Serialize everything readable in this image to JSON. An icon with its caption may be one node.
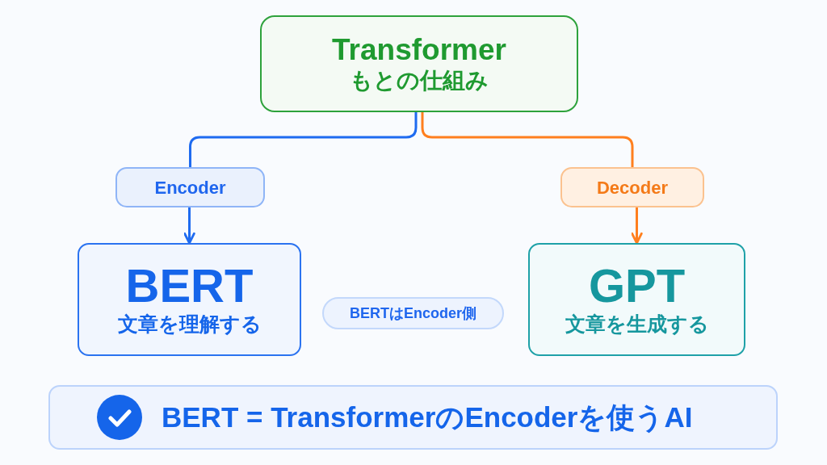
{
  "diagram": {
    "nodes": [
      {
        "text": [
          "Transformer",
          "もとの仕組み"
        ]
      },
      {
        "text": [
          "Encoder"
        ]
      },
      {
        "text": [
          "Decoder"
        ]
      },
      {
        "text": [
          "BERT",
          "文章を理解する"
        ]
      },
      {
        "text": [
          "GPT",
          "文章を生成する"
        ]
      },
      {
        "text": [
          "BERTはEncoder側"
        ]
      },
      {
        "text": [
          "BERT = TransformerのEncoderを使うAI"
        ]
      }
    ],
    "edges": [
      {
        "from": 0,
        "to": 1,
        "arrow": "none"
      },
      {
        "from": 1,
        "to": 3,
        "arrow": "to"
      },
      {
        "from": 0,
        "to": 2,
        "arrow": "none",
        "color": "#ff7f1e"
      },
      {
        "from": 2,
        "to": 4,
        "arrow": "to",
        "color": "#ff7f1e"
      }
    ]
  }
}
